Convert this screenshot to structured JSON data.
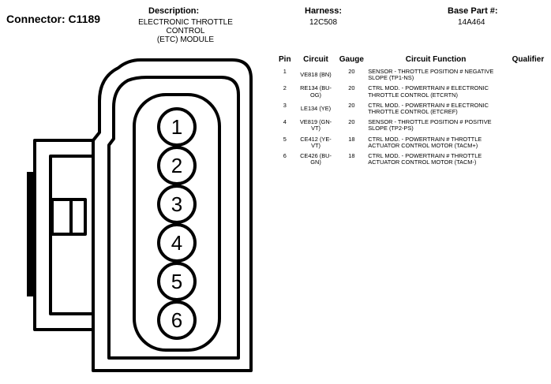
{
  "header": {
    "connector_label": "Connector: C1189",
    "description_label": "Description:",
    "description_line1": "ELECTRONIC THROTTLE CONTROL",
    "description_line2": "(ETC) MODULE",
    "harness_label": "Harness:",
    "harness_value": "12C508",
    "base_part_label": "Base Part #:",
    "base_part_value": "14A464"
  },
  "diagram": {
    "pin_labels": [
      "1",
      "2",
      "3",
      "4",
      "5",
      "6"
    ]
  },
  "table": {
    "columns": {
      "pin": "Pin",
      "circuit": "Circuit",
      "gauge": "Gauge",
      "function": "Circuit Function",
      "qualifier": "Qualifier"
    },
    "rows": [
      {
        "pin": "1",
        "circuit": "VE818 (BN)",
        "gauge": "20",
        "function": "SENSOR - THROTTLE POSITION # NEGATIVE SLOPE (TP1-NS)"
      },
      {
        "pin": "2",
        "circuit": "RE134 (BU-OG)",
        "gauge": "20",
        "function": "CTRL MOD. - POWERTRAIN # ELECTRONIC THROTTLE CONTROL (ETCRTN)"
      },
      {
        "pin": "3",
        "circuit": "LE134 (YE)",
        "gauge": "20",
        "function": "CTRL MOD. - POWERTRAIN # ELECTRONIC THROTTLE CONTROL (ETCREF)"
      },
      {
        "pin": "4",
        "circuit": "VE819 (GN-VT)",
        "gauge": "20",
        "function": "SENSOR - THROTTLE POSITION # POSITIVE SLOPE (TP2-PS)"
      },
      {
        "pin": "5",
        "circuit": "CE412 (YE-VT)",
        "gauge": "18",
        "function": "CTRL MOD. - POWERTRAIN # THROTTLE ACTUATOR CONTROL MOTOR (TACM+)"
      },
      {
        "pin": "6",
        "circuit": "CE426 (BU-GN)",
        "gauge": "18",
        "function": "CTRL MOD. - POWERTRAIN # THROTTLE ACTUATOR CONTROL MOTOR (TACM-)"
      }
    ]
  }
}
